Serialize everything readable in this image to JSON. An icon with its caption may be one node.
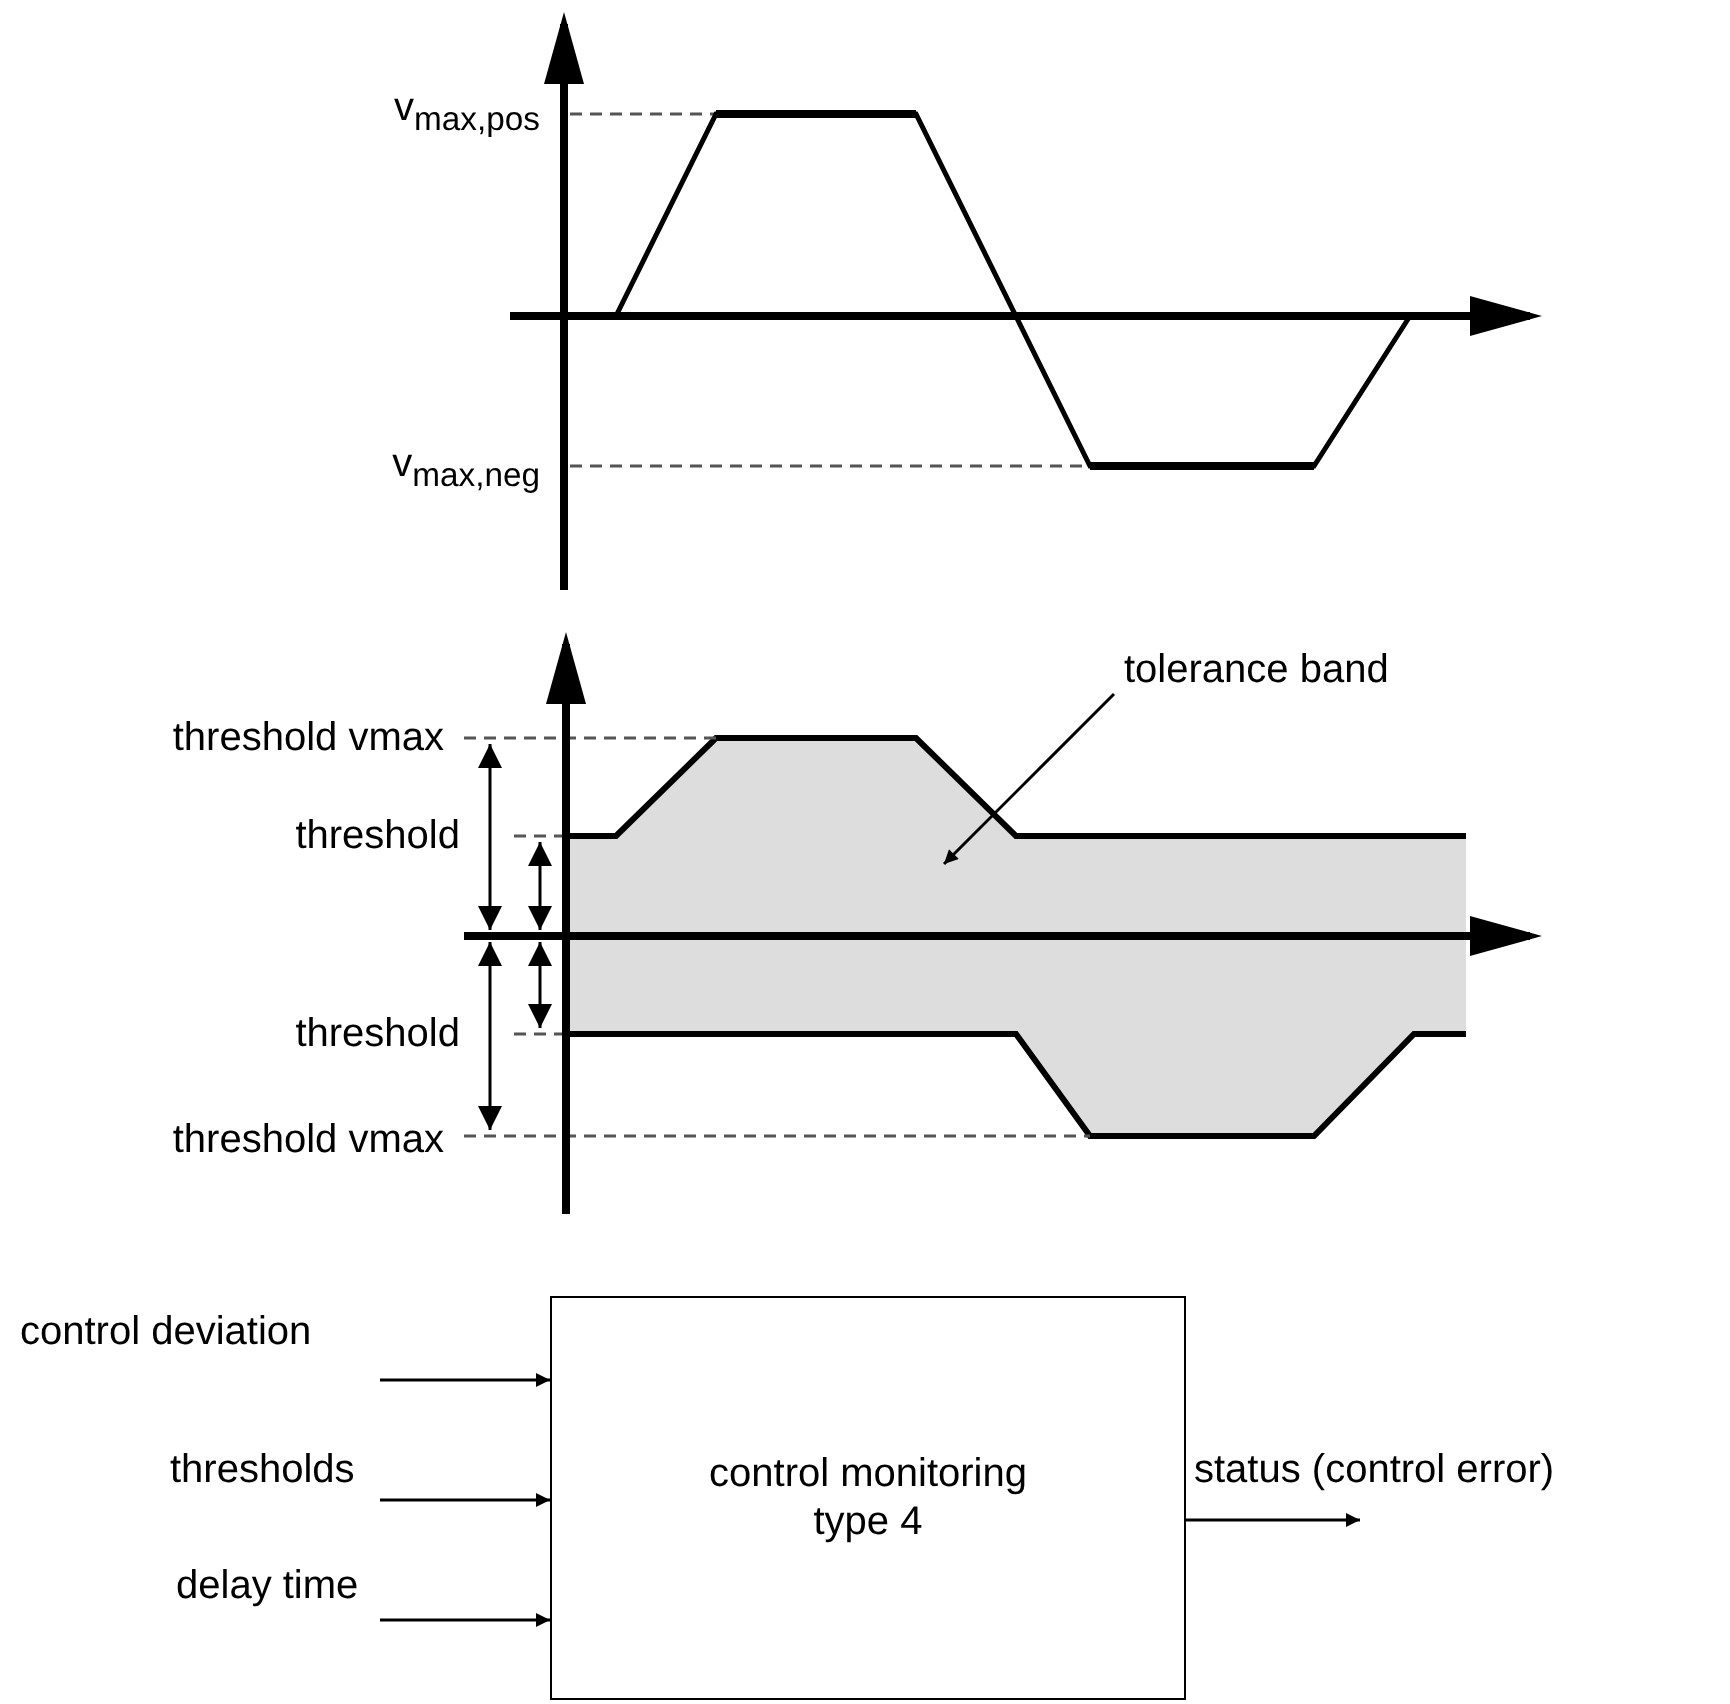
{
  "diagram": {
    "nodes": [
      {
        "text": [
          "tolerance band"
        ]
      },
      {
        "text": [],
        "shape": "band"
      },
      {
        "text": [
          "control monitoring type 4"
        ]
      }
    ],
    "edges": [
      {
        "from": 0,
        "to": 1,
        "arrow": "to"
      },
      {
        "from": null,
        "to": 2,
        "arrow": "to",
        "label": "control deviation"
      },
      {
        "from": null,
        "to": 2,
        "arrow": "to",
        "label": "thresholds"
      },
      {
        "from": null,
        "to": 2,
        "arrow": "to",
        "label": "delay time"
      },
      {
        "from": 2,
        "to": null,
        "arrow": "to",
        "label": "status (control error)"
      }
    ],
    "labels": [
      "v$_{max,pos}$",
      "v$_{max,neg}$",
      "threshold vmax",
      "threshold",
      "threshold",
      "threshold vmax"
    ]
  }
}
